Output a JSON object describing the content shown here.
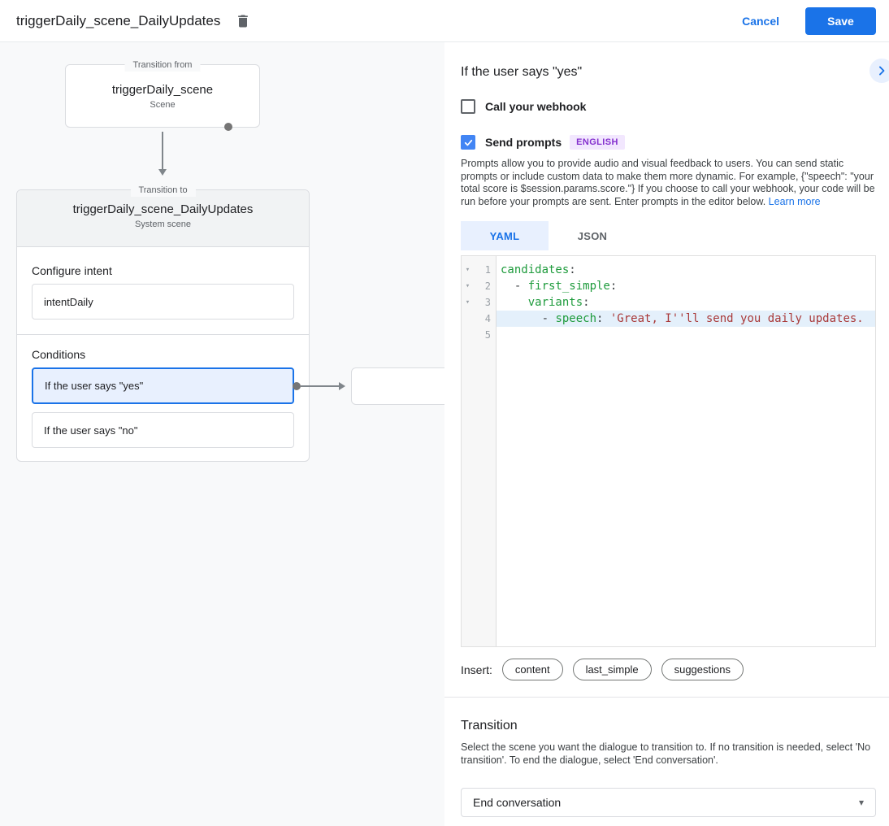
{
  "colors": {
    "accent_blue": "#1a73e8",
    "checkbox_blue": "#4285f4",
    "selected_condition_bg": "#e8f0fe",
    "badge_bg": "#f2e7fe",
    "badge_text": "#8430ce",
    "yaml_key": "#1e9b3c",
    "yaml_string": "#a93939",
    "active_line_bg": "#e4f0fb",
    "left_panel_bg": "#f8f9fa",
    "node_header_bg": "#f1f3f4"
  },
  "topbar": {
    "title": "triggerDaily_scene_DailyUpdates",
    "cancel_label": "Cancel",
    "save_label": "Save"
  },
  "diagram": {
    "from_node": {
      "legend": "Transition from",
      "title": "triggerDaily_scene",
      "subtitle": "Scene"
    },
    "to_node": {
      "legend": "Transition to",
      "title": "triggerDaily_scene_DailyUpdates",
      "subtitle": "System scene",
      "configure_intent_label": "Configure intent",
      "intent_value": "intentDaily",
      "conditions_label": "Conditions",
      "conditions": [
        {
          "label": "If the user says \"yes\"",
          "selected": true
        },
        {
          "label": "If the user says \"no\"",
          "selected": false
        }
      ]
    }
  },
  "panel": {
    "title": "If the user says \"yes\"",
    "webhook": {
      "label": "Call your webhook",
      "checked": false
    },
    "prompts": {
      "label": "Send prompts",
      "checked": true,
      "language_badge": "ENGLISH"
    },
    "description": "Prompts allow you to provide audio and visual feedback to users. You can send static prompts or include custom data to make them more dynamic. For example, {\"speech\": \"your total score is $session.params.score.\"} If you choose to call your webhook, your code will be run before your prompts are sent. Enter prompts in the editor below. ",
    "learn_more": "Learn more",
    "tabs": [
      {
        "label": "YAML",
        "active": true
      },
      {
        "label": "JSON",
        "active": false
      }
    ],
    "editor": {
      "lines": [
        {
          "num": "1",
          "fold": true,
          "active": false,
          "segs": [
            [
              "key",
              "candidates"
            ],
            [
              "plain",
              ":"
            ]
          ]
        },
        {
          "num": "2",
          "fold": true,
          "active": false,
          "segs": [
            [
              "plain",
              "  - "
            ],
            [
              "key",
              "first_simple"
            ],
            [
              "plain",
              ":"
            ]
          ]
        },
        {
          "num": "3",
          "fold": true,
          "active": false,
          "segs": [
            [
              "plain",
              "    "
            ],
            [
              "key",
              "variants"
            ],
            [
              "plain",
              ":"
            ]
          ]
        },
        {
          "num": "4",
          "fold": false,
          "active": true,
          "segs": [
            [
              "plain",
              "      - "
            ],
            [
              "key",
              "speech"
            ],
            [
              "plain",
              ": "
            ],
            [
              "str",
              "'Great, I''ll send you daily updates."
            ]
          ]
        },
        {
          "num": "5",
          "fold": false,
          "active": false,
          "segs": []
        }
      ]
    },
    "insert": {
      "label": "Insert:",
      "chips": [
        "content",
        "last_simple",
        "suggestions"
      ]
    },
    "transition": {
      "heading": "Transition",
      "description": "Select the scene you want the dialogue to transition to. If no transition is needed, select 'No transition'. To end the dialogue, select 'End conversation'.",
      "select_value": "End conversation"
    }
  }
}
